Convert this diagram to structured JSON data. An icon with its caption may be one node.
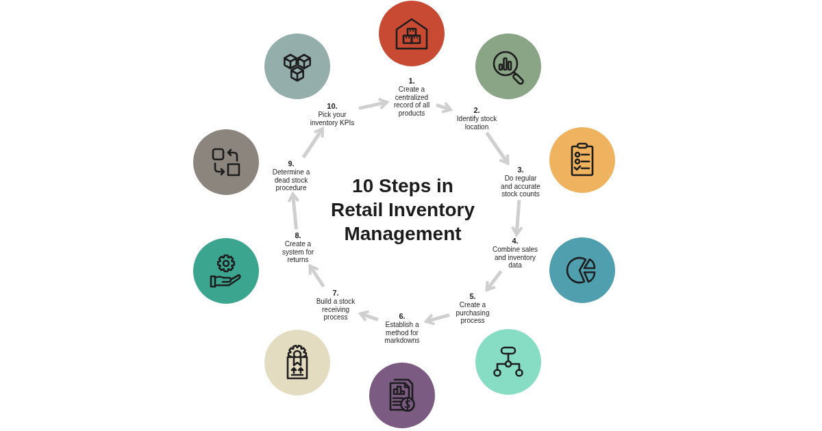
{
  "diagram": {
    "title": "10 Steps in Retail Inventory Management",
    "nodes": [
      {
        "text": [
          "1.",
          "Create a centralized record of all products"
        ]
      },
      {
        "text": [
          "2.",
          "Identify stock location"
        ]
      },
      {
        "text": [
          "3.",
          "Do regular and accurate stock counts"
        ]
      },
      {
        "text": [
          "4.",
          "Combine sales and inventory data"
        ]
      },
      {
        "text": [
          "5.",
          "Create a purchasing process"
        ]
      },
      {
        "text": [
          "6.",
          "Establish a method for markdowns"
        ]
      },
      {
        "text": [
          "7.",
          "Build a stock receiving process"
        ]
      },
      {
        "text": [
          "8.",
          "Create a system for returns"
        ]
      },
      {
        "text": [
          "9.",
          "Determine a dead stock procedure"
        ]
      },
      {
        "text": [
          "10.",
          "Pick your inventory KPIs"
        ]
      }
    ],
    "edges": [
      {
        "from": 0,
        "to": 1,
        "arrow": "to"
      },
      {
        "from": 1,
        "to": 2,
        "arrow": "to"
      },
      {
        "from": 2,
        "to": 3,
        "arrow": "to"
      },
      {
        "from": 3,
        "to": 4,
        "arrow": "to"
      },
      {
        "from": 4,
        "to": 5,
        "arrow": "to"
      },
      {
        "from": 5,
        "to": 6,
        "arrow": "to"
      },
      {
        "from": 6,
        "to": 7,
        "arrow": "to"
      },
      {
        "from": 7,
        "to": 8,
        "arrow": "to"
      },
      {
        "from": 8,
        "to": 9,
        "arrow": "to"
      },
      {
        "from": 9,
        "to": 0,
        "arrow": "to"
      }
    ]
  }
}
